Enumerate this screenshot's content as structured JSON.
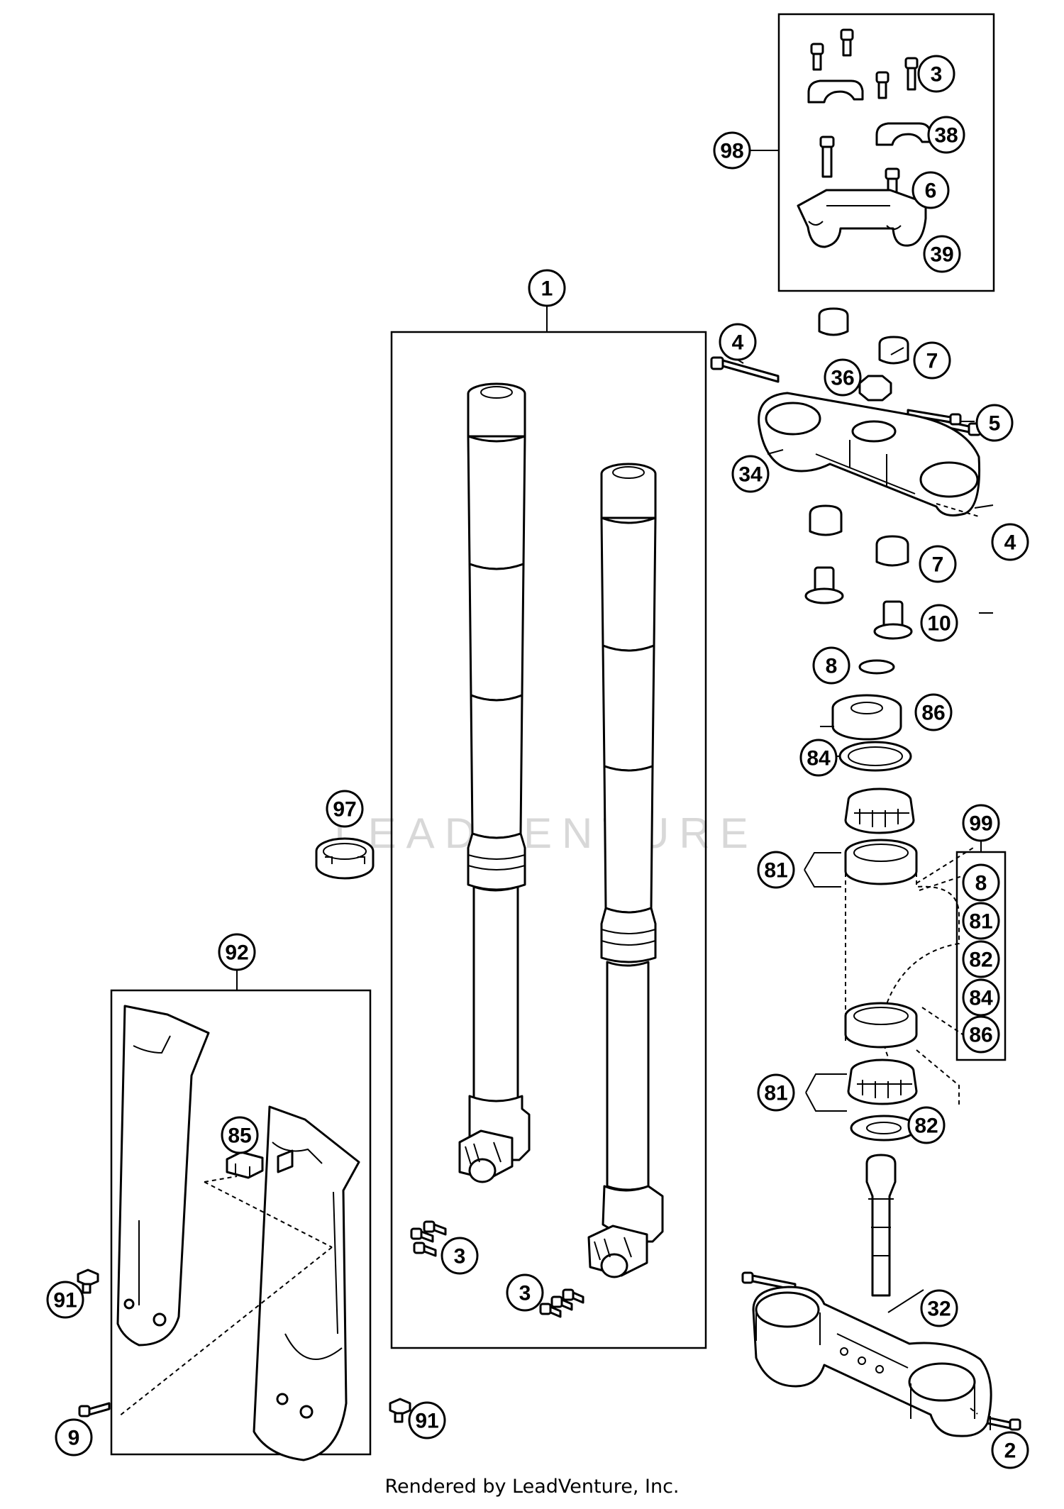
{
  "watermark": "LEADVENTURE",
  "footer": "Rendered by LeadVenture, Inc.",
  "callouts": [
    {
      "id": "c98",
      "label": "98"
    },
    {
      "id": "c3a",
      "label": "3"
    },
    {
      "id": "c38",
      "label": "38"
    },
    {
      "id": "c6",
      "label": "6"
    },
    {
      "id": "c39",
      "label": "39"
    },
    {
      "id": "c1",
      "label": "1"
    },
    {
      "id": "c4a",
      "label": "4"
    },
    {
      "id": "c7a",
      "label": "7"
    },
    {
      "id": "c36",
      "label": "36"
    },
    {
      "id": "c5",
      "label": "5"
    },
    {
      "id": "c34",
      "label": "34"
    },
    {
      "id": "c4b",
      "label": "4"
    },
    {
      "id": "c7b",
      "label": "7"
    },
    {
      "id": "c10",
      "label": "10"
    },
    {
      "id": "c8a",
      "label": "8"
    },
    {
      "id": "c86a",
      "label": "86"
    },
    {
      "id": "c84a",
      "label": "84"
    },
    {
      "id": "c97",
      "label": "97"
    },
    {
      "id": "c99",
      "label": "99"
    },
    {
      "id": "c81a",
      "label": "81"
    },
    {
      "id": "c8b",
      "label": "8"
    },
    {
      "id": "c81b",
      "label": "81"
    },
    {
      "id": "c92",
      "label": "92"
    },
    {
      "id": "c82a",
      "label": "82"
    },
    {
      "id": "c84b",
      "label": "84"
    },
    {
      "id": "c86b",
      "label": "86"
    },
    {
      "id": "c81c",
      "label": "81"
    },
    {
      "id": "c82b",
      "label": "82"
    },
    {
      "id": "c85",
      "label": "85"
    },
    {
      "id": "c3b",
      "label": "3"
    },
    {
      "id": "c3c",
      "label": "3"
    },
    {
      "id": "c91a",
      "label": "91"
    },
    {
      "id": "c32",
      "label": "32"
    },
    {
      "id": "c9",
      "label": "9"
    },
    {
      "id": "c91b",
      "label": "91"
    },
    {
      "id": "c2",
      "label": "2"
    }
  ]
}
